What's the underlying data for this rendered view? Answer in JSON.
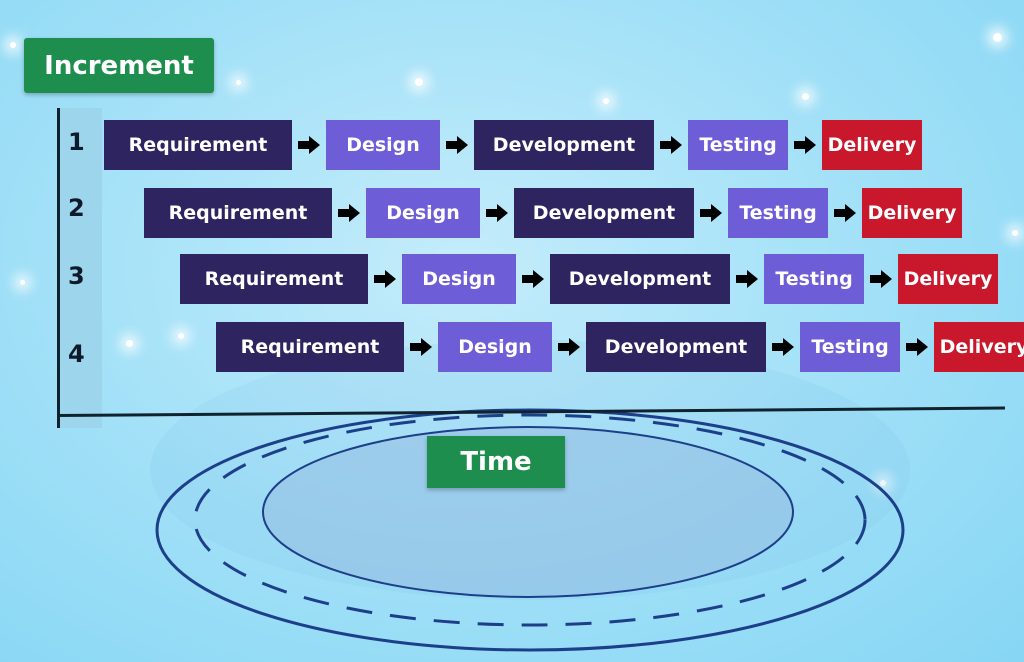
{
  "axes": {
    "y_label": "Increment",
    "x_label": "Time"
  },
  "increments": [
    {
      "number": "1",
      "steps": [
        "Requirement",
        "Design",
        "Development",
        "Testing",
        "Delivery"
      ]
    },
    {
      "number": "2",
      "steps": [
        "Requirement",
        "Design",
        "Development",
        "Testing",
        "Delivery"
      ]
    },
    {
      "number": "3",
      "steps": [
        "Requirement",
        "Design",
        "Development",
        "Testing",
        "Delivery"
      ]
    },
    {
      "number": "4",
      "steps": [
        "Requirement",
        "Design",
        "Development",
        "Testing",
        "Delivery"
      ]
    }
  ],
  "colors": {
    "dark_step": "#2d2460",
    "light_step": "#6d5ed7",
    "delivery": "#c9172b",
    "label_green": "#1e8e4e",
    "background": "#a6e2f8"
  }
}
